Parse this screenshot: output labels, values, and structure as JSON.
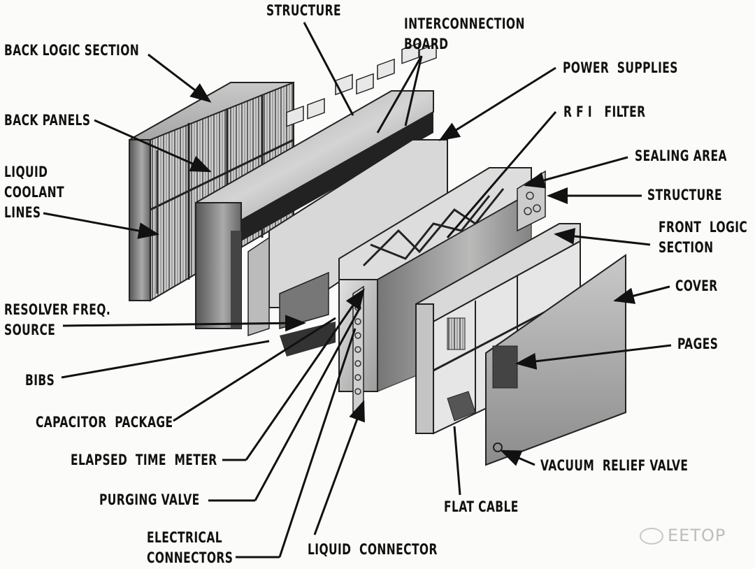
{
  "diagram": {
    "type": "exploded-view technical illustration",
    "subject": "Avionics computer assembly",
    "labels": {
      "back_logic_section": "BACK LOGIC SECTION",
      "structure_top": "STRUCTURE",
      "interconnection_board": "INTERCONNECTION\nBOARD",
      "power_supplies": "POWER  SUPPLIES",
      "back_panels": "BACK PANELS",
      "rfi_filter": "R F I   FILTER",
      "sealing_area": "SEALING AREA",
      "liquid_coolant_lines": "LIQUID\nCOOLANT\nLINES",
      "structure_right": "STRUCTURE",
      "front_logic_section": "FRONT  LOGIC\nSECTION",
      "cover": "COVER",
      "resolver_freq_source": "RESOLVER FREQ.\nSOURCE",
      "pages": "PAGES",
      "bibs": "BIBS",
      "capacitor_package": "CAPACITOR  PACKAGE",
      "elapsed_time_meter": "ELAPSED  TIME  METER",
      "vacuum_relief_valve": "VACUUM  RELIEF VALVE",
      "purging_valve": "PURGING VALVE",
      "flat_cable": "FLAT CABLE",
      "electrical_connectors": "ELECTRICAL\nCONNECTORS",
      "liquid_connector": "LIQUID  CONNECTOR"
    },
    "watermark": "EETOP",
    "watermark_icon": "wechat-icon"
  }
}
